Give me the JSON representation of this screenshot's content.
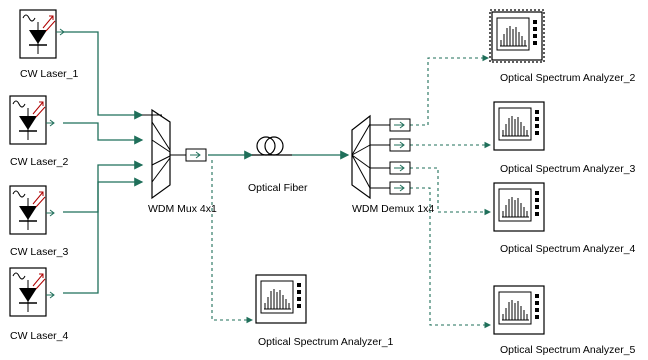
{
  "components": {
    "lasers": [
      {
        "label": "CW Laser_1"
      },
      {
        "label": "CW Laser_2"
      },
      {
        "label": "CW Laser_3"
      },
      {
        "label": "CW Laser_4"
      }
    ],
    "mux": {
      "label": "WDM Mux 4x1"
    },
    "fiber": {
      "label": "Optical Fiber"
    },
    "demux": {
      "label": "WDM Demux 1x4"
    },
    "analyzers": [
      {
        "label": "Optical Spectrum Analyzer_1"
      },
      {
        "label": "Optical Spectrum Analyzer_2"
      },
      {
        "label": "Optical Spectrum Analyzer_3"
      },
      {
        "label": "Optical Spectrum Analyzer_4"
      },
      {
        "label": "Optical Spectrum Analyzer_5"
      }
    ]
  },
  "colors": {
    "optical_link": "#1f6f5a",
    "monitor_link": "#1f6f5a",
    "block_border": "#000000",
    "laser_arrow": "#b00000"
  }
}
